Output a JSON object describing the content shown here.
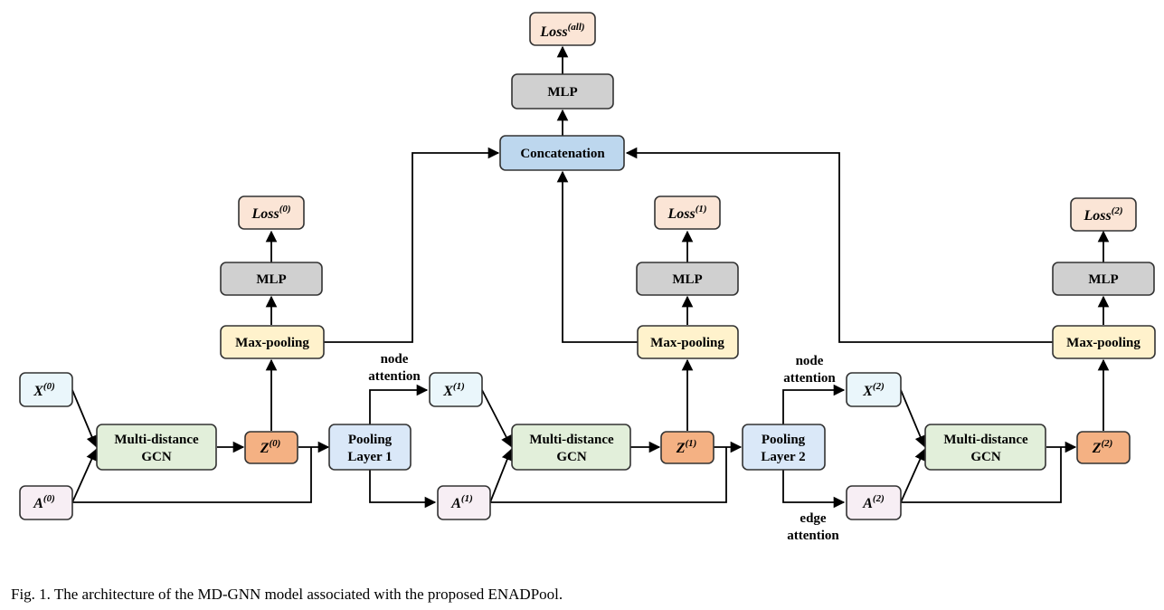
{
  "colors": {
    "input": "#eaf6fb",
    "adjacency": "#f7eef4",
    "gcn": "#e2efda",
    "z": "#f4b183",
    "pooling_layer": "#dae8f8",
    "max_pooling": "#fff2cc",
    "mlp": "#d0d0d0",
    "loss": "#fbe5d6",
    "concatenation": "#bdd7ee"
  },
  "labels": {
    "concatenation": "Concatenation",
    "mlp": "MLP",
    "max_pooling": "Max-pooling",
    "gcn_line1": "Multi-distance",
    "gcn_line2": "GCN",
    "pool1_line1": "Pooling",
    "pool1_line2": "Layer 1",
    "pool2_line1": "Pooling",
    "pool2_line2": "Layer 2",
    "node_attention_line1": "node",
    "node_attention_line2": "attention",
    "edge_attention_line1": "edge",
    "edge_attention_line2": "attention"
  },
  "math": {
    "x": "X",
    "a": "A",
    "z": "Z",
    "loss": "Loss",
    "sup0": "(0)",
    "sup1": "(1)",
    "sup2": "(2)",
    "sup_all": "(all)"
  },
  "caption": "Fig. 1. The architecture of the MD-GNN model associated with the proposed ENADPool."
}
